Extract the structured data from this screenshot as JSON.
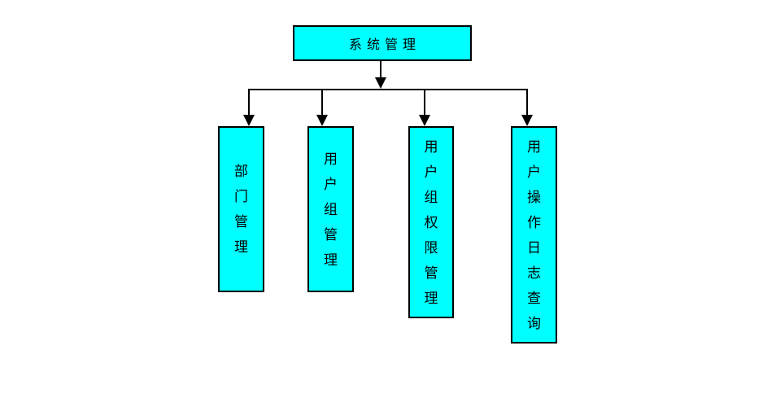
{
  "diagram": {
    "type": "org-flowchart",
    "root": {
      "label": "系统管理"
    },
    "children": [
      {
        "label": "部门管理"
      },
      {
        "label": "用户组管理"
      },
      {
        "label": "用户组权限管理"
      },
      {
        "label": "用户操作日志查询"
      }
    ],
    "colors": {
      "background": "#FFFFFF",
      "box_fill": "#00FFFF",
      "box_border": "#000000",
      "connector": "#000000",
      "text": "#000000"
    }
  }
}
